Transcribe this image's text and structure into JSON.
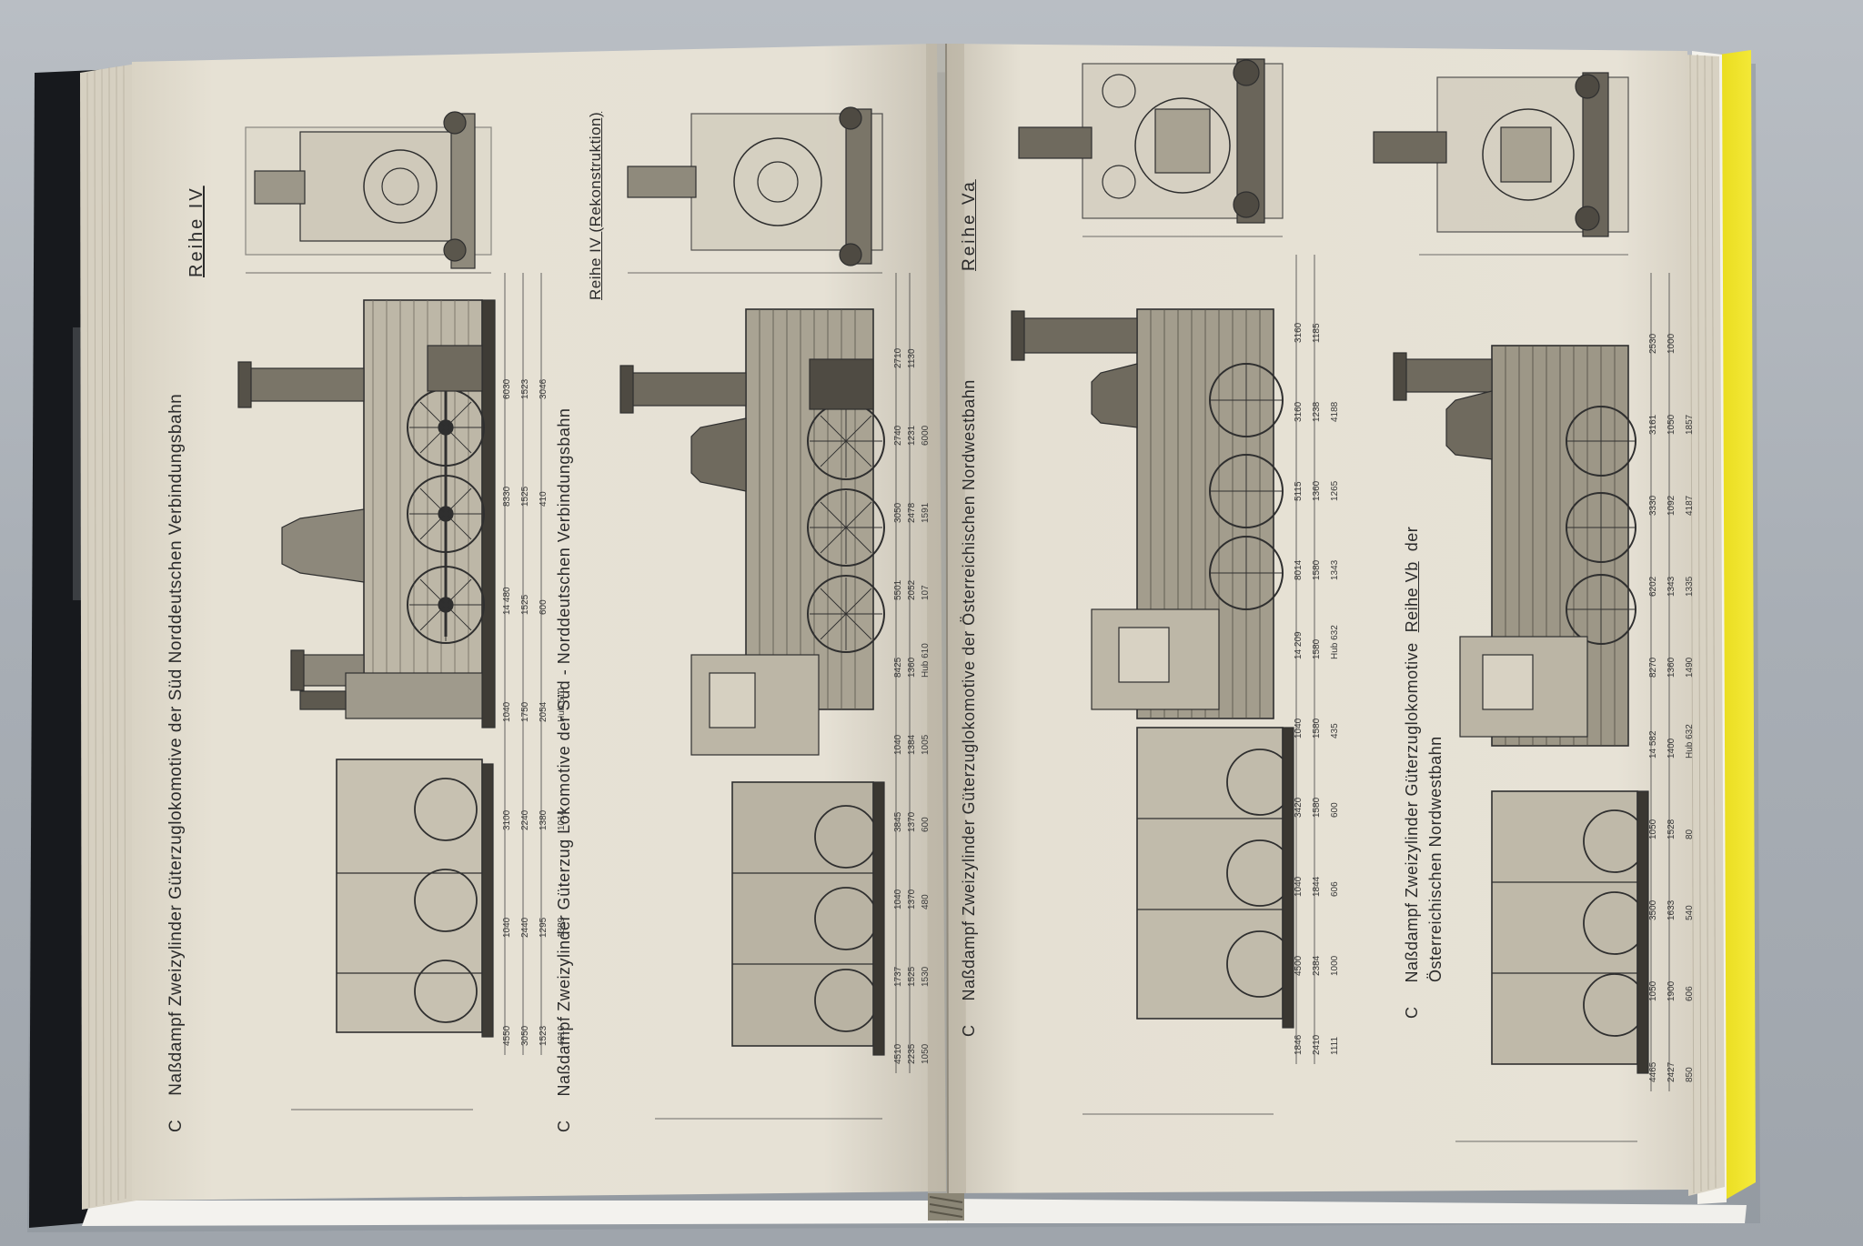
{
  "left_page": {
    "plate_1": {
      "figure_letter": "C",
      "caption": "Naßdampf  Zweizylinder Güterzuglokomotive der Süd Norddeutschen Verbindungsbahn",
      "series_label": "Reihe  IV",
      "dimensions": [
        "4550",
        "1040",
        "3100",
        "1040",
        "14 480",
        "8330",
        "6030",
        "3050",
        "2440",
        "2240",
        "1750",
        "1525",
        "1525",
        "1523",
        "1523",
        "1295",
        "1380",
        "2054",
        "600",
        "410",
        "3046",
        "4210",
        "1389",
        "1014",
        "Hub 610"
      ]
    },
    "plate_2": {
      "figure_letter": "C",
      "caption": "Naßdampf  Zweizylinder  Güterzug  Lokomotive  der  Süd - Norddeutschen  Verbindungsbahn",
      "series_label": "Reihe IV (Rekonstruktion)",
      "dimensions": [
        "4510",
        "1737",
        "1040",
        "3845",
        "1040",
        "8425",
        "5501",
        "3050",
        "2740",
        "2710",
        "2235",
        "1525",
        "1370",
        "1370",
        "1384",
        "1360",
        "2052",
        "2478",
        "1231",
        "1130",
        "1050",
        "1530",
        "480",
        "600",
        "1005",
        "Hub 610",
        "107",
        "1591",
        "6000"
      ]
    }
  },
  "right_page": {
    "plate_3": {
      "figure_letter": "C",
      "caption": "Naßdampf  Zweizylinder  Güterzuglokomotive der  Österreichischen  Nordwestbahn",
      "series_label": "Reihe  Va",
      "dimensions": [
        "1846",
        "4500",
        "1040",
        "3420",
        "1040",
        "14 209",
        "8014",
        "5115",
        "3160",
        "3160",
        "2410",
        "2384",
        "1844",
        "1580",
        "1580",
        "1580",
        "1580",
        "1360",
        "1238",
        "1185",
        "1111",
        "1000",
        "606",
        "600",
        "435",
        "Hub 632",
        "1343",
        "1265",
        "4188"
      ]
    },
    "plate_4": {
      "figure_letter": "C",
      "caption_line_1": "Naßdampf  Zweizylinder  Güterzuglokomotive",
      "caption_series": "Reihe  Vb",
      "caption_line_1_end": "der",
      "caption_line_2": "Österreichischen  Nordwestbahn",
      "dimensions": [
        "4465",
        "1050",
        "3500",
        "1050",
        "14 582",
        "8270",
        "6202",
        "3330",
        "3161",
        "2530",
        "2427",
        "1900",
        "1633",
        "1528",
        "1400",
        "1360",
        "1343",
        "1092",
        "1050",
        "1000",
        "850",
        "606",
        "540",
        "80",
        "Hub 632",
        "1490",
        "1335",
        "4187",
        "1857"
      ]
    }
  },
  "colors": {
    "paper": "#e4dfd2",
    "ink": "#2b2b2b",
    "cover_left": "#15181c",
    "cover_right": "#f1e62a",
    "background": "#aab0b7"
  }
}
